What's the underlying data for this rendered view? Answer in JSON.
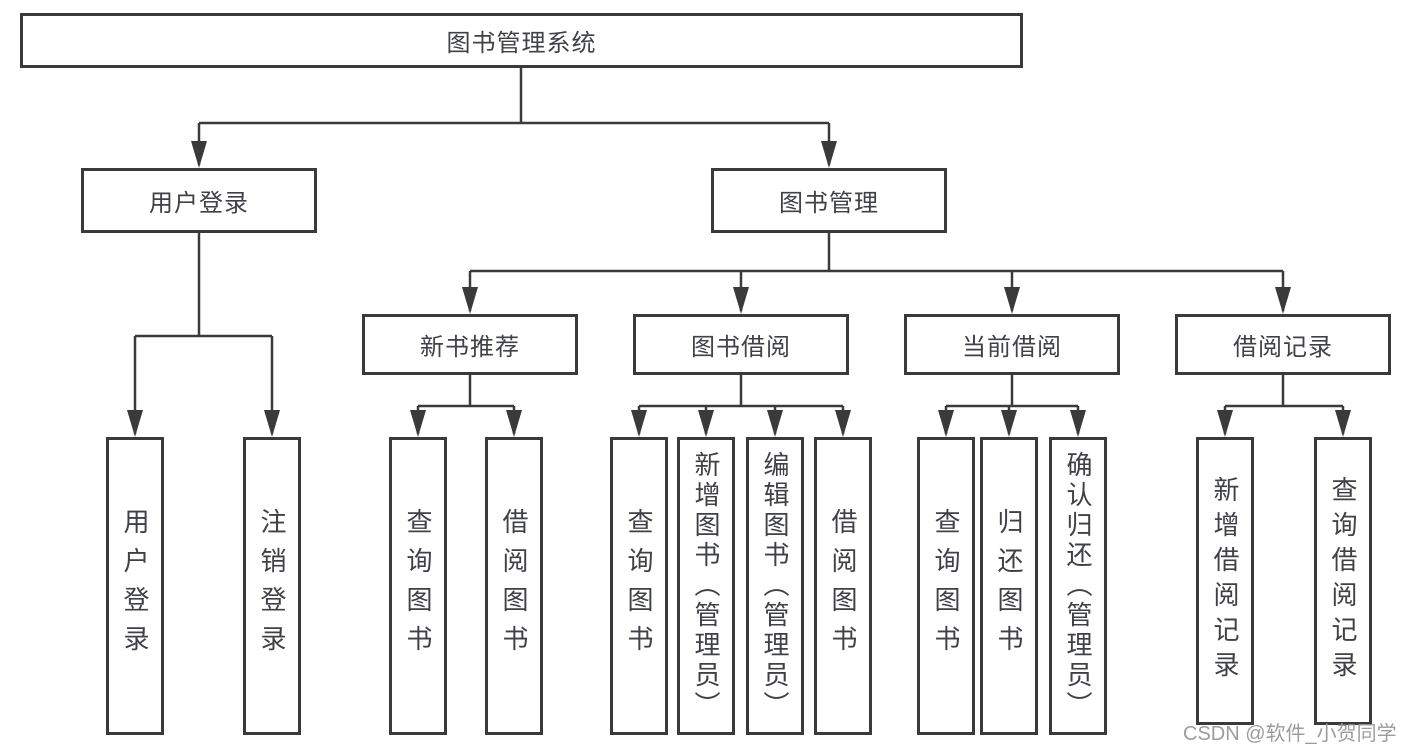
{
  "diagram": {
    "title": "图书管理系统",
    "root": {
      "label": "图书管理系统"
    },
    "level2": [
      {
        "label": "用户登录"
      },
      {
        "label": "图书管理"
      }
    ],
    "level3": [
      {
        "label": "新书推荐"
      },
      {
        "label": "图书借阅"
      },
      {
        "label": "当前借阅"
      },
      {
        "label": "借阅记录"
      }
    ],
    "leaves": [
      {
        "label": "用户登录"
      },
      {
        "label": "注销登录"
      },
      {
        "label": "查询图书"
      },
      {
        "label": "借阅图书"
      },
      {
        "label": "查询图书"
      },
      {
        "label": "新增图书（管理员）"
      },
      {
        "label": "编辑图书（管理员）"
      },
      {
        "label": "借阅图书"
      },
      {
        "label": "查询图书"
      },
      {
        "label": "归还图书"
      },
      {
        "label": "确认归还（管理员）"
      },
      {
        "label": "新增借阅记录"
      },
      {
        "label": "查询借阅记录"
      }
    ],
    "colors": {
      "line": "#3a3a3a",
      "text": "#3f4147",
      "watermark": "#9c9c9c",
      "background": "#ffffff"
    }
  },
  "watermark": {
    "text": "CSDN @软件_小贺同学"
  }
}
